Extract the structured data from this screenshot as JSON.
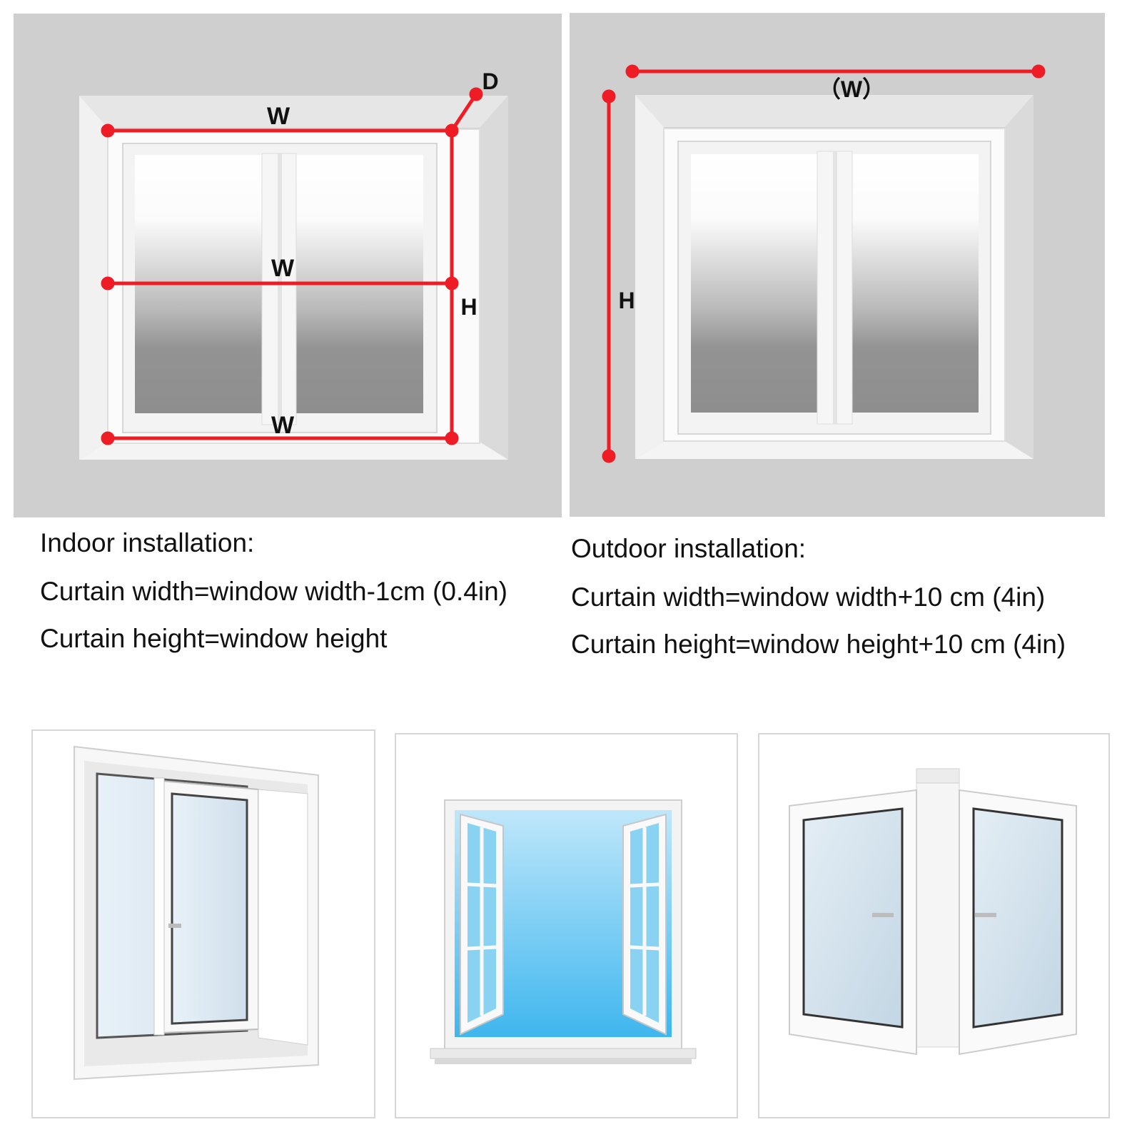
{
  "colors": {
    "wall": "#cfcfcf",
    "frame": "#fbfbfb",
    "measure_line": "#ee1c24",
    "text": "#111111",
    "sky": "#5fc3ee"
  },
  "indoor": {
    "diagram_labels": {
      "top_width": "W",
      "middle_width": "W",
      "bottom_width": "W",
      "height": "H",
      "depth": "D"
    },
    "heading": "Indoor installation:",
    "width_rule": "Curtain width=window width-1cm (0.4in)",
    "height_rule": "Curtain height=window height"
  },
  "outdoor": {
    "diagram_labels": {
      "width": "（W）",
      "height": "H"
    },
    "heading": "Outdoor installation:",
    "width_rule": "Curtain width=window width+10 cm (4in)",
    "height_rule": "Curtain height=window height+10 cm (4in)"
  },
  "window_examples": [
    {
      "icon": "sliding-window-icon"
    },
    {
      "icon": "open-casement-window-icon"
    },
    {
      "icon": "double-casement-window-icon"
    }
  ]
}
